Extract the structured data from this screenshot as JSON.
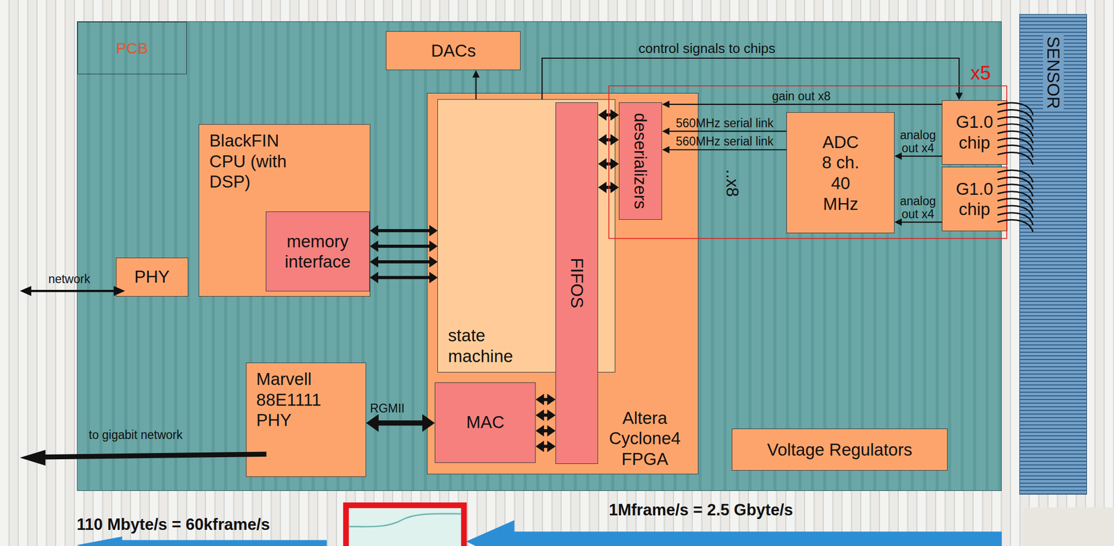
{
  "diagram": {
    "nodes": [
      {
        "text": [
          "PCB"
        ]
      },
      {
        "text": [
          "DACs"
        ],
        "in": 0
      },
      {
        "text": [
          "BlackFIN CPU (with DSP)"
        ],
        "in": 0
      },
      {
        "text": [
          "memory interface"
        ],
        "in": 2
      },
      {
        "text": [
          "PHY"
        ],
        "in": 0
      },
      {
        "text": [
          "Marvell 88E1111 PHY"
        ],
        "in": 0
      },
      {
        "text": [
          "Altera Cyclone4 FPGA"
        ],
        "in": 0
      },
      {
        "text": [
          "state machine"
        ],
        "in": 6
      },
      {
        "text": [
          "FIFOS"
        ],
        "in": 6
      },
      {
        "text": [
          "deserializers"
        ],
        "in": 6
      },
      {
        "text": [
          "MAC"
        ],
        "in": 6
      },
      {
        "text": [
          "ADC 8 ch. 40 MHz"
        ],
        "in": 0
      },
      {
        "text": [
          "G1.0 chip"
        ],
        "in": 0
      },
      {
        "text": [
          "G1.0 chip"
        ],
        "in": 0
      },
      {
        "text": [
          "Voltage Regulators"
        ],
        "in": 0
      },
      {
        "text": [
          "SENSOR"
        ]
      }
    ],
    "edges": [
      {
        "from": 7,
        "to": 1,
        "arrow": "to"
      },
      {
        "from": 7,
        "to": 12,
        "label": "control signals to chips",
        "arrow": "to"
      },
      {
        "from": 12,
        "to": 9,
        "label": "gain out x8",
        "arrow": "to"
      },
      {
        "from": 11,
        "to": 9,
        "label": "560MHz serial link",
        "arrow": "to"
      },
      {
        "from": 11,
        "to": 9,
        "label": "560MHz serial link",
        "arrow": "to"
      },
      {
        "from": 12,
        "to": 11,
        "label": "analog out x4",
        "arrow": "to"
      },
      {
        "from": 13,
        "to": 11,
        "label": "analog out x4",
        "arrow": "to"
      },
      {
        "from": 3,
        "to": 7,
        "arrow": "both"
      },
      {
        "from": 3,
        "to": 7,
        "arrow": "both"
      },
      {
        "from": 3,
        "to": 7,
        "arrow": "both"
      },
      {
        "from": 3,
        "to": 7,
        "arrow": "both"
      },
      {
        "from": 8,
        "to": 9,
        "arrow": "both"
      },
      {
        "from": 8,
        "to": 9,
        "arrow": "both"
      },
      {
        "from": 8,
        "to": 9,
        "arrow": "both"
      },
      {
        "from": 8,
        "to": 9,
        "arrow": "both"
      },
      {
        "from": 10,
        "to": 8,
        "arrow": "both"
      },
      {
        "from": 10,
        "to": 8,
        "arrow": "both"
      },
      {
        "from": 10,
        "to": 8,
        "arrow": "both"
      },
      {
        "from": 10,
        "to": 8,
        "arrow": "both"
      },
      {
        "from": 5,
        "to": 10,
        "label": "RGMII",
        "arrow": "both"
      }
    ],
    "labels": [
      "x5",
      "network",
      "..x8",
      "to gigabit network",
      "110 Mbyte/s = 60kframe/s",
      "1Mframe/s = 2.5 Gbyte/s"
    ]
  }
}
